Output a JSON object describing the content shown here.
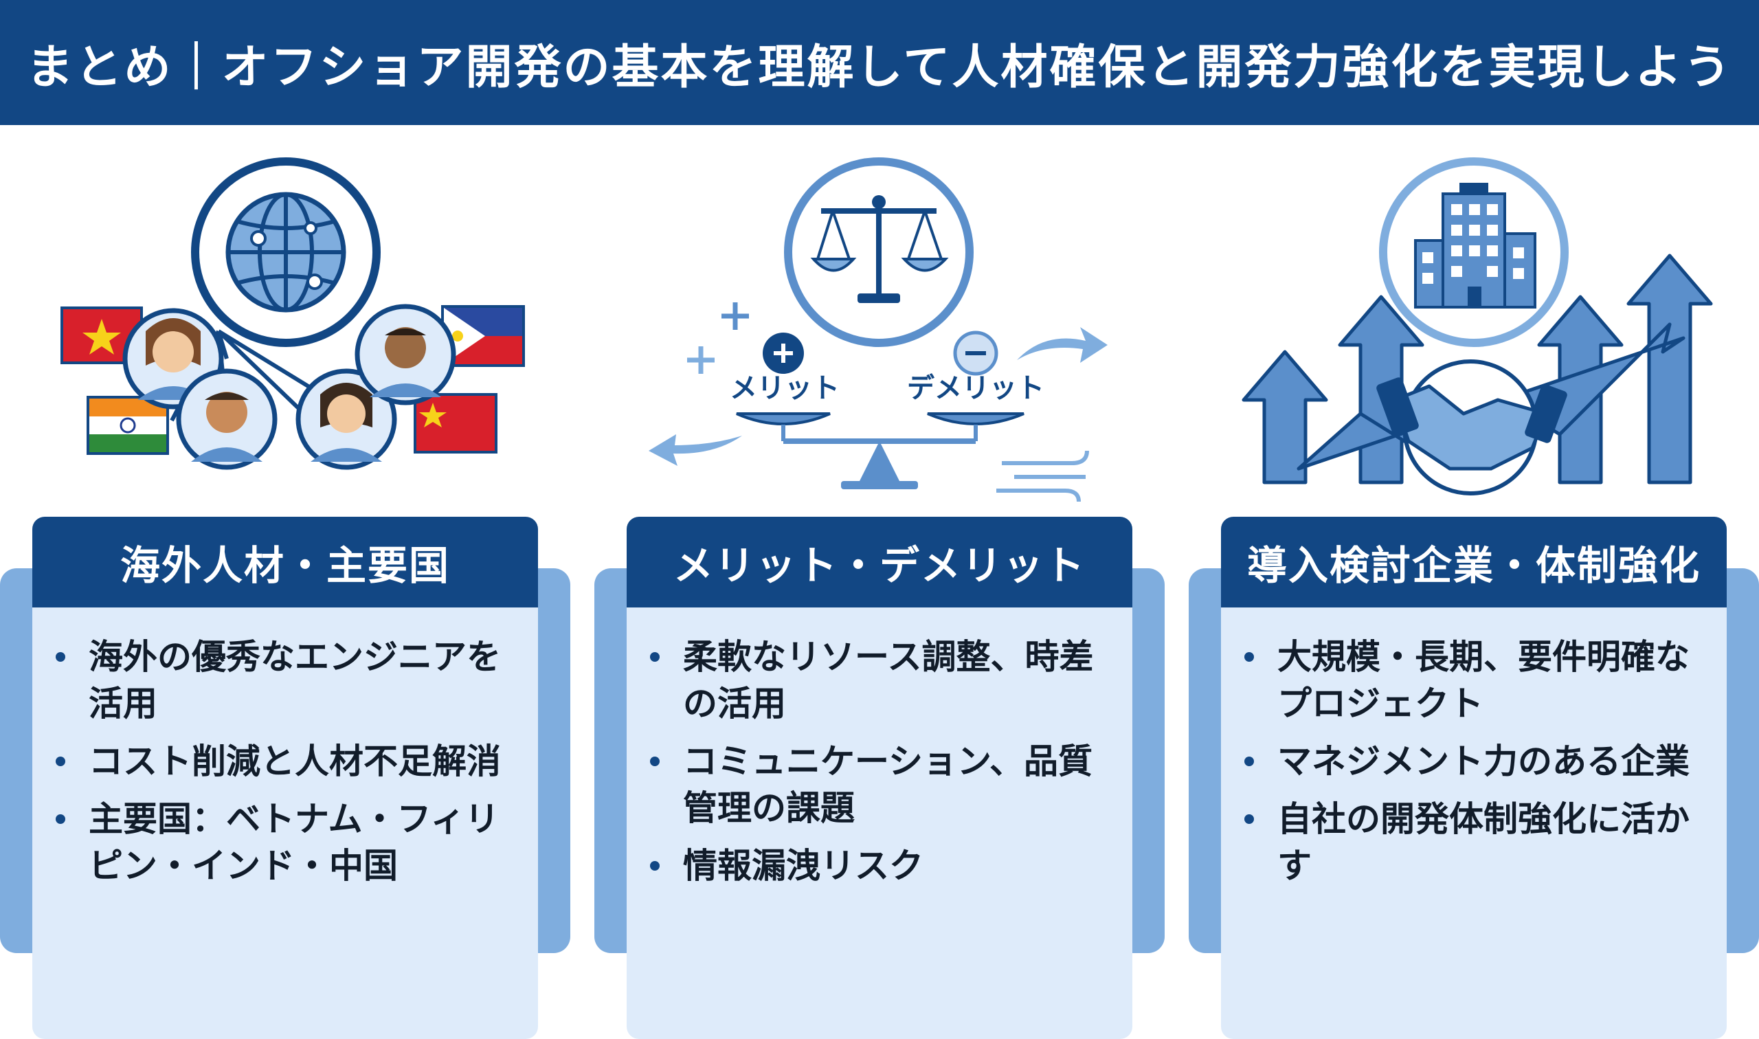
{
  "header": {
    "title": "まとめ｜オフショア開発の基本を理解して人材確保と開発力強化を実現しよう"
  },
  "colors": {
    "navy": "#124784",
    "card_bg": "#deebfa",
    "accent_light": "#7fadde",
    "icon_blue": "#5b8fcb"
  },
  "columns": [
    {
      "heading": "海外人材・主要国",
      "icons": [
        "globe-icon",
        "person-icon",
        "vietnam-flag",
        "philippines-flag",
        "india-flag",
        "china-flag"
      ],
      "bullets": [
        "海外の優秀なエンジニアを活用",
        "コスト削減と人材不足解消",
        "主要国：ベトナム・フィリピン・インド・中国"
      ]
    },
    {
      "heading": "メリット・デメリット",
      "icons": [
        "balance-scale-icon",
        "plus-icon",
        "minus-icon",
        "arrow-icon",
        "wind-icon"
      ],
      "merit_label": "メリット",
      "demerit_label": "デメリット",
      "bullets": [
        "柔軟なリソース調整、時差の活用",
        "コミュニケーション、品質管理の課題",
        "情報漏洩リスク"
      ]
    },
    {
      "heading": "導入検討企業・体制強化",
      "icons": [
        "building-icon",
        "handshake-icon",
        "growth-arrow-icon"
      ],
      "bullets": [
        "大規模・長期、要件明確なプロジェクト",
        "マネジメント力のある企業",
        "自社の開発体制強化に活かす"
      ]
    }
  ]
}
